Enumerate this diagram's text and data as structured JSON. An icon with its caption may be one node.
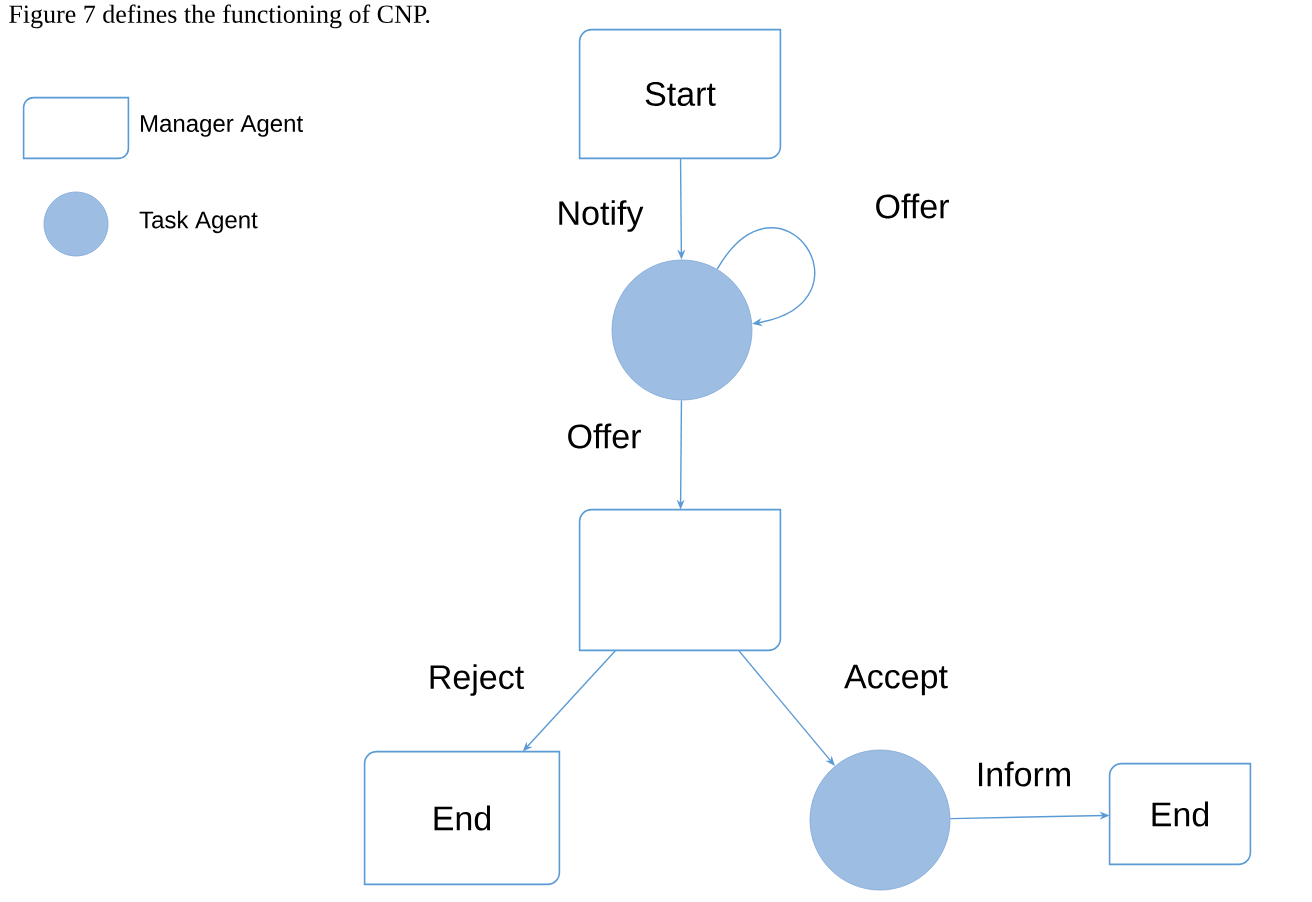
{
  "diagram": {
    "nodes": [
      {
        "text": [
          "Start"
        ]
      },
      {
        "text": [],
        "shape": "circle"
      },
      {
        "text": [],
        "shape": "box"
      },
      {
        "text": [
          "End"
        ]
      },
      {
        "text": [],
        "shape": "circle"
      },
      {
        "text": [
          "End"
        ]
      }
    ],
    "edges": [
      {
        "from": 0,
        "to": 1,
        "arrow": "to",
        "label": "Notify"
      },
      {
        "from": 1,
        "to": 1,
        "arrow": "to",
        "label": "Offer"
      },
      {
        "from": 1,
        "to": 2,
        "arrow": "to",
        "label": "Offer"
      },
      {
        "from": 2,
        "to": 3,
        "arrow": "to",
        "label": "Reject"
      },
      {
        "from": 2,
        "to": 4,
        "arrow": "to",
        "label": "Accept"
      },
      {
        "from": 4,
        "to": 5,
        "arrow": "to",
        "label": "Inform"
      }
    ],
    "labels": [
      "Figure 7 defines the functioning of CNP."
    ],
    "legend": [
      {
        "text": "Manager Agent"
      },
      {
        "text": "Task Agent"
      }
    ]
  }
}
